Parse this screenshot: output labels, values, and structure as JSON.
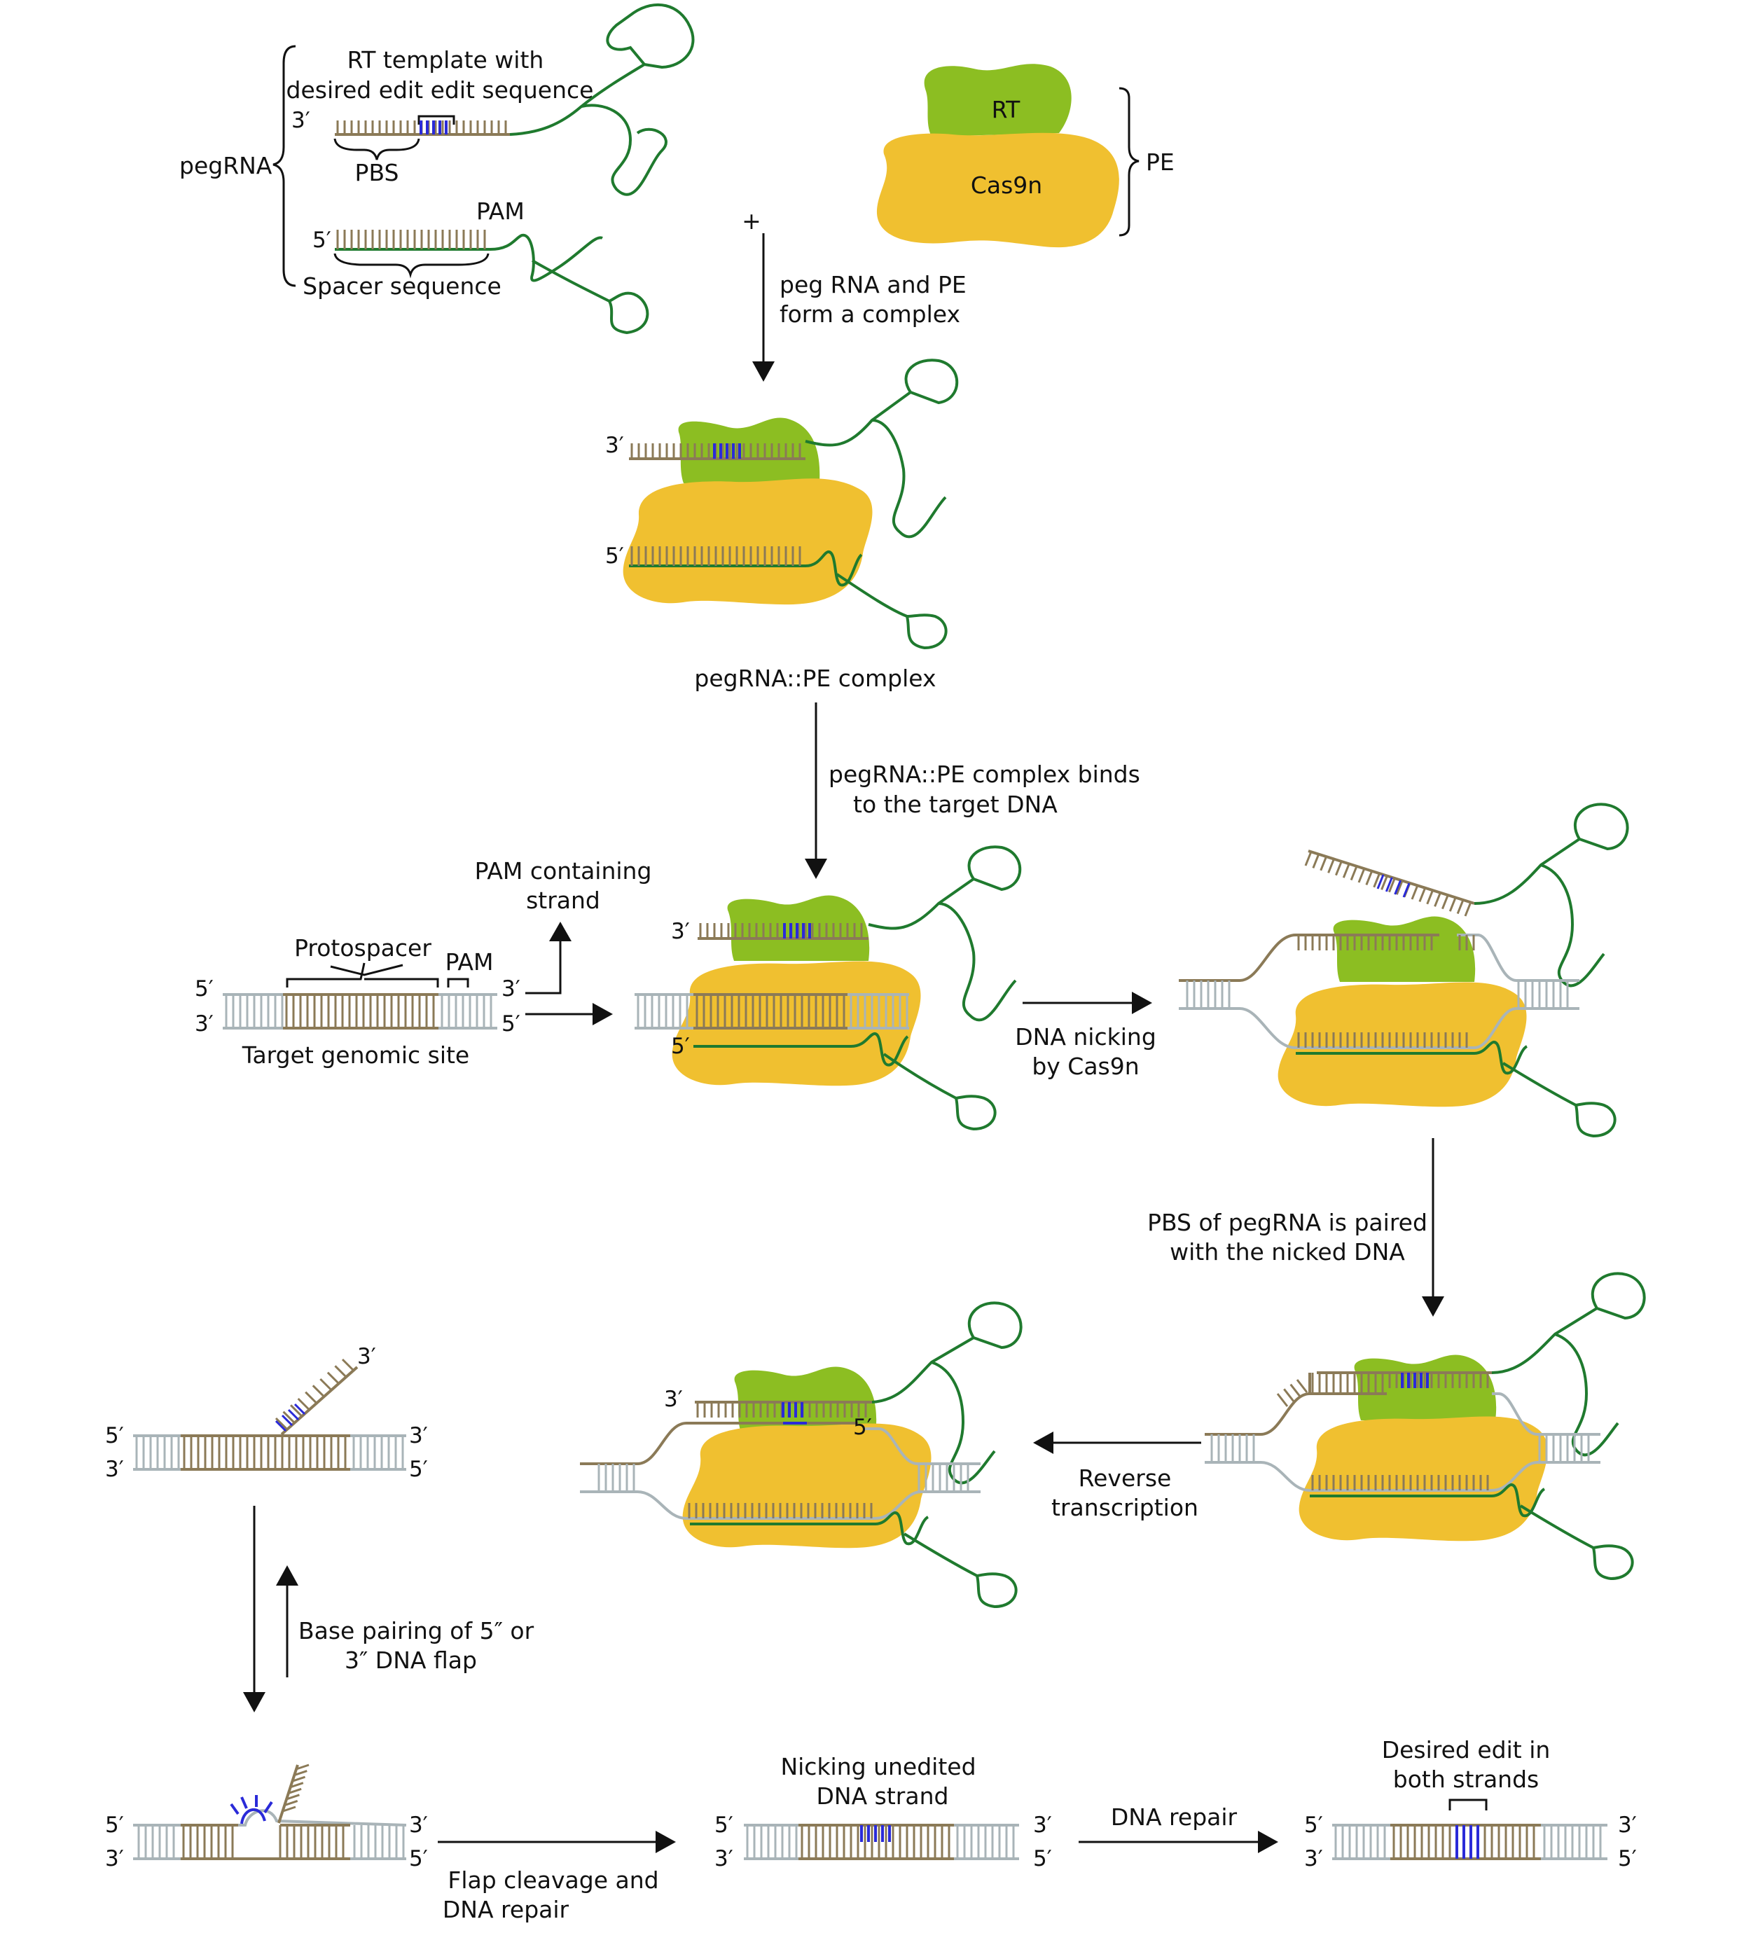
{
  "colors": {
    "rt": "#8cbe22",
    "cas9": "#f0c030",
    "rna": "#1f7a2e",
    "rna_strand": "#8b7a57",
    "dna": "#a9b4b8",
    "edit": "#2a2ad8",
    "arrow": "#111111",
    "text": "#111111"
  },
  "labels": {
    "rt_template": [
      "RT template with",
      "desired edit edit sequence"
    ],
    "pbs": "PBS",
    "pegrna": "pegRNA",
    "pam": "PAM",
    "spacer": "Spacer sequence",
    "plus": "+",
    "rt": "RT",
    "cas9n": "Cas9n",
    "pe": "PE",
    "form_complex": [
      "peg RNA and PE",
      "form a complex"
    ],
    "complex": "pegRNA::PE complex",
    "binds_target": [
      "pegRNA::PE complex binds",
      "to the target DNA"
    ],
    "pam_strand": [
      "PAM containing",
      "strand"
    ],
    "protospacer": "Protospacer",
    "target_site": "Target genomic site",
    "nicking": [
      "DNA nicking",
      "by  Cas9n"
    ],
    "pbs_paired": [
      "PBS of pegRNA is paired",
      "with the nicked DNA"
    ],
    "reverse_tx": [
      "Reverse",
      "transcription"
    ],
    "base_pairing": [
      "Base pairing of 5″ or",
      "3″ DNA flap"
    ],
    "flap_cleavage": [
      "Flap cleavage and",
      "DNA repair"
    ],
    "nicking_unedited": [
      "Nicking unedited",
      "DNA strand"
    ],
    "dna_repair": "DNA repair",
    "desired_edit": [
      "Desired edit in",
      "both strands"
    ]
  },
  "ends": {
    "p3": "3′",
    "p5": "5′"
  }
}
